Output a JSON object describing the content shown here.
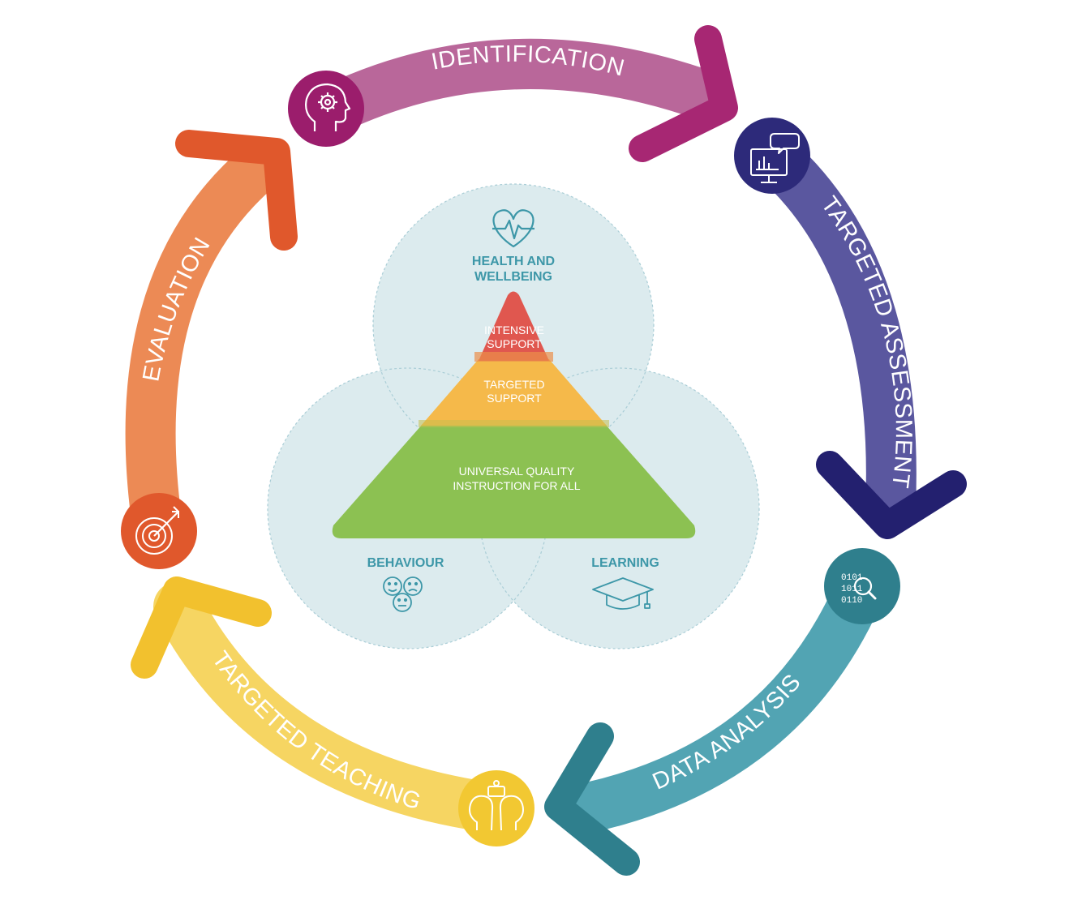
{
  "cycle": {
    "steps": [
      {
        "label": "IDENTIFICATION",
        "color": "#b9679a",
        "icon_color": "#9b1d6c",
        "icon": "head-gear-icon"
      },
      {
        "label": "TARGETED ASSESSMENT",
        "color": "#5a579f",
        "icon_color": "#2d2a7a",
        "icon": "monitor-chart-icon"
      },
      {
        "label": "DATA ANALYSIS",
        "color": "#52a4b3",
        "icon_color": "#2f7f8d",
        "icon": "binary-search-icon"
      },
      {
        "label": "TARGETED TEACHING",
        "color": "#f6d562",
        "icon_color": "#f2c832",
        "icon": "two-heads-puzzle-icon"
      },
      {
        "label": "EVALUATION",
        "color": "#ec8a55",
        "icon_color": "#e0582c",
        "icon": "target-arrow-icon"
      }
    ]
  },
  "venn": {
    "circle_color": "#dcebee",
    "label_color": "#3d97a8",
    "circles": [
      {
        "label_lines": [
          "HEALTH AND",
          "WELLBEING"
        ],
        "icon": "heart-pulse-icon"
      },
      {
        "label_lines": [
          "BEHAVIOUR"
        ],
        "icon": "faces-icon"
      },
      {
        "label_lines": [
          "LEARNING"
        ],
        "icon": "graduation-cap-icon"
      }
    ]
  },
  "pyramid": {
    "tiers": [
      {
        "label_lines": [
          "INTENSIVE",
          "SUPPORT"
        ],
        "color": "#e0574f"
      },
      {
        "label_lines": [
          "TARGETED",
          "SUPPORT"
        ],
        "color": "#f5b94a"
      },
      {
        "label_lines": [
          "UNIVERSAL QUALITY",
          "INSTRUCTION FOR ALL"
        ],
        "color": "#8cc152"
      }
    ]
  }
}
